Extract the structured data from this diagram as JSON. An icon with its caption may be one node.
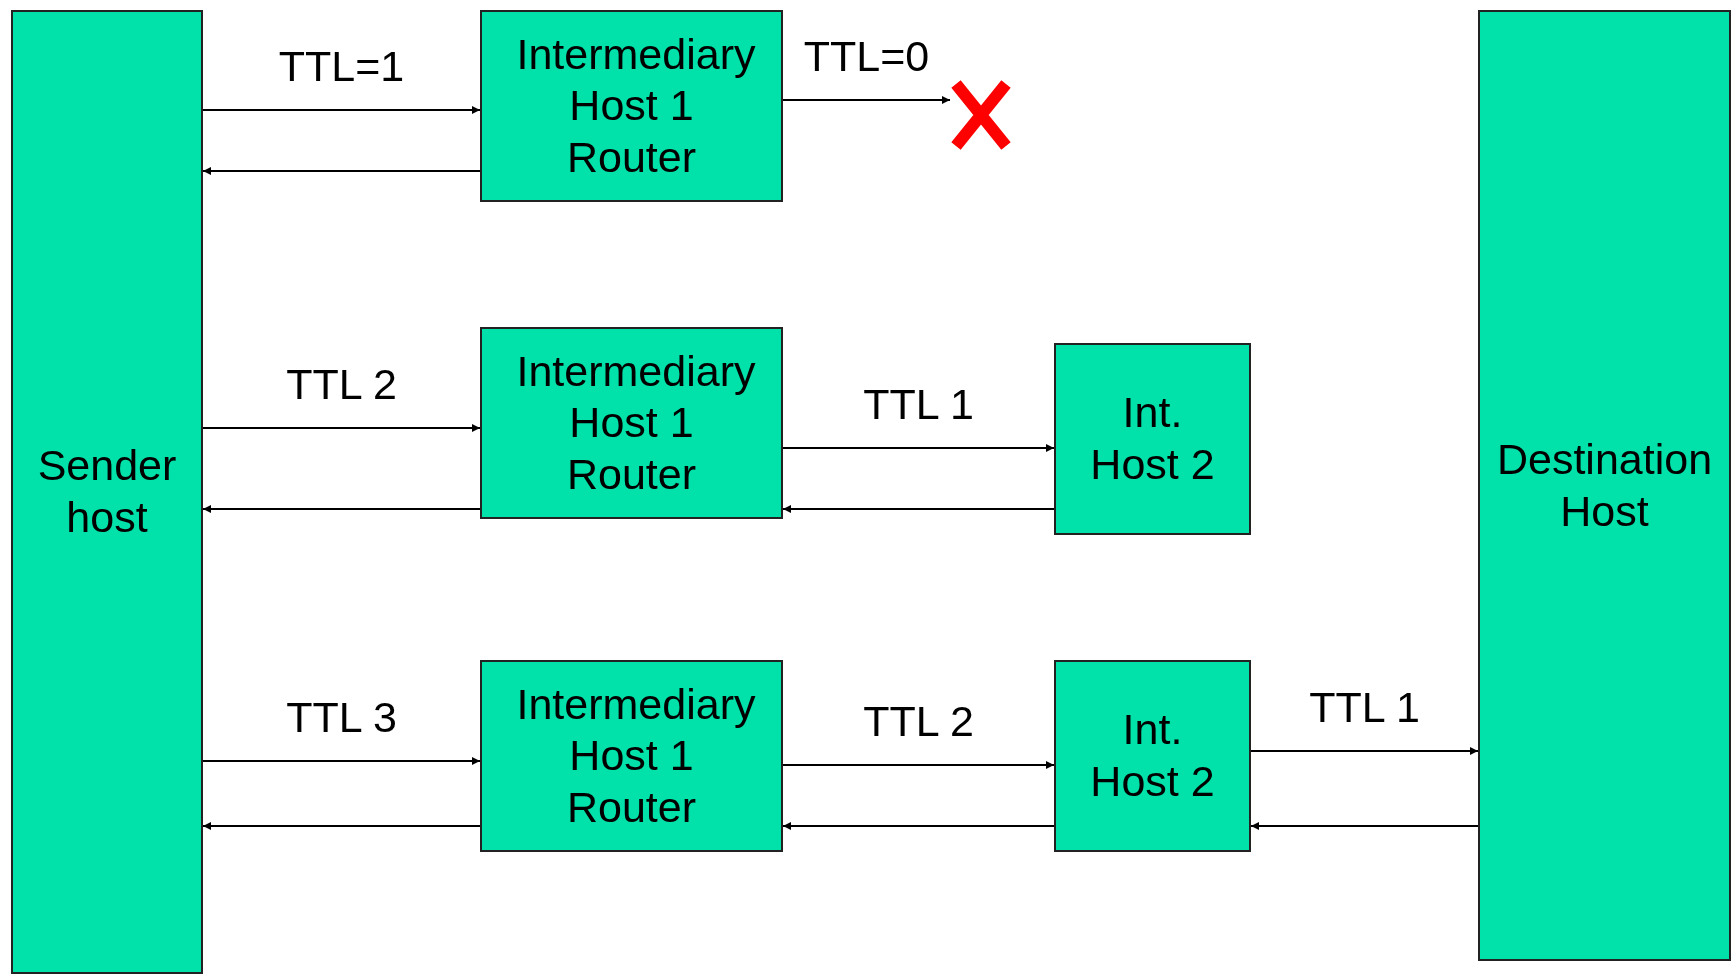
{
  "diagram": {
    "nodes": [
      {
        "text": [
          "Sender host"
        ]
      },
      {
        "text": [
          "Intermediary Host 1 Router"
        ]
      },
      {
        "text": [
          "Destination Host"
        ]
      },
      {
        "text": [
          "Intermediary Host 1 Router"
        ]
      },
      {
        "text": [
          "Int. Host 2"
        ]
      },
      {
        "text": [
          "Intermediary Host 1 Router"
        ]
      },
      {
        "text": [
          "Int. Host 2"
        ]
      },
      {
        "text": [],
        "shape": "cross"
      }
    ],
    "edges": [
      {
        "from": 0,
        "to": 1,
        "arrow": "to",
        "label": "TTL=1"
      },
      {
        "from": 1,
        "to": 0,
        "arrow": "to"
      },
      {
        "from": 1,
        "to": 7,
        "arrow": "to",
        "label": "TTL=0"
      },
      {
        "from": 0,
        "to": 3,
        "arrow": "to",
        "label": "TTL 2"
      },
      {
        "from": 3,
        "to": 0,
        "arrow": "to"
      },
      {
        "from": 3,
        "to": 4,
        "arrow": "to",
        "label": "TTL 1"
      },
      {
        "from": 4,
        "to": 3,
        "arrow": "to"
      },
      {
        "from": 0,
        "to": 5,
        "arrow": "to",
        "label": "TTL 3"
      },
      {
        "from": 5,
        "to": 0,
        "arrow": "to"
      },
      {
        "from": 5,
        "to": 6,
        "arrow": "to",
        "label": "TTL 2"
      },
      {
        "from": 6,
        "to": 5,
        "arrow": "to"
      },
      {
        "from": 6,
        "to": 2,
        "arrow": "to",
        "label": "TTL 1"
      },
      {
        "from": 2,
        "to": 6,
        "arrow": "to"
      }
    ]
  }
}
